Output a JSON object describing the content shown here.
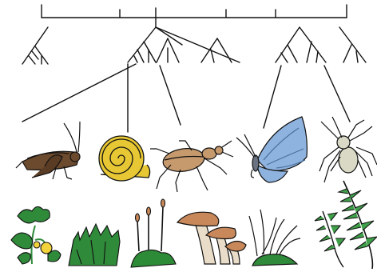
{
  "colors": {
    "line": "#111111",
    "grasshopper": "#6b4a2e",
    "snail": "#e7c834",
    "beetle": "#c79a6e",
    "butterfly": "#8fb3df",
    "spider": "#d9d9c5",
    "leaf_green": "#2f8a3a",
    "fern_green": "#3fa04a",
    "moss_green": "#2d8a36",
    "mushroom": "#c9885a",
    "mushroom_stem": "#e9dcc8",
    "flower": "#f2d33c"
  },
  "organisms": {
    "animals": [
      {
        "name": "grasshopper",
        "icon": "grasshopper-icon"
      },
      {
        "name": "snail",
        "icon": "snail-icon"
      },
      {
        "name": "beetle",
        "icon": "beetle-icon"
      },
      {
        "name": "butterfly",
        "icon": "butterfly-icon"
      },
      {
        "name": "spider",
        "icon": "spider-icon"
      }
    ],
    "plants_fungi": [
      {
        "name": "flowering plant",
        "icon": "flower-icon"
      },
      {
        "name": "cactus",
        "icon": "cactus-icon"
      },
      {
        "name": "moss",
        "icon": "moss-icon"
      },
      {
        "name": "mushrooms",
        "icon": "mushroom-icon"
      },
      {
        "name": "grass",
        "icon": "grass-icon"
      },
      {
        "name": "fern",
        "icon": "fern-icon"
      }
    ]
  }
}
